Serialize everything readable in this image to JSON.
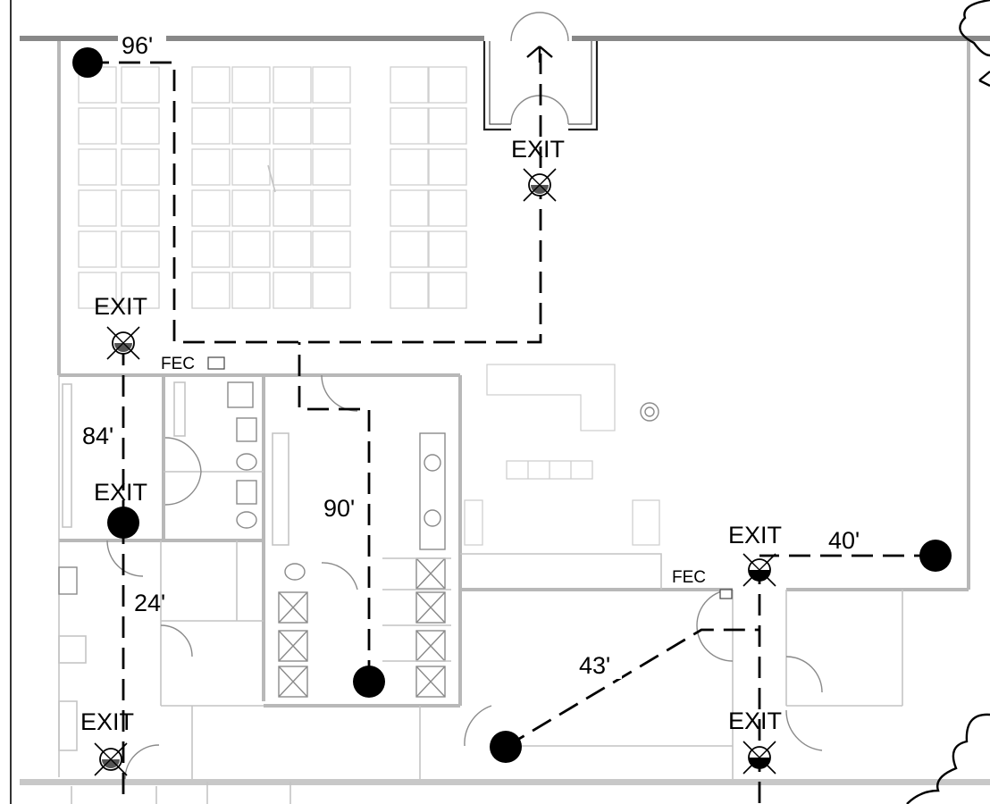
{
  "plan": {
    "exit_label": "EXIT",
    "extinguisher_label": "FEC",
    "distances": [
      "96'",
      "84'",
      "24'",
      "90'",
      "40'",
      "43'"
    ]
  }
}
